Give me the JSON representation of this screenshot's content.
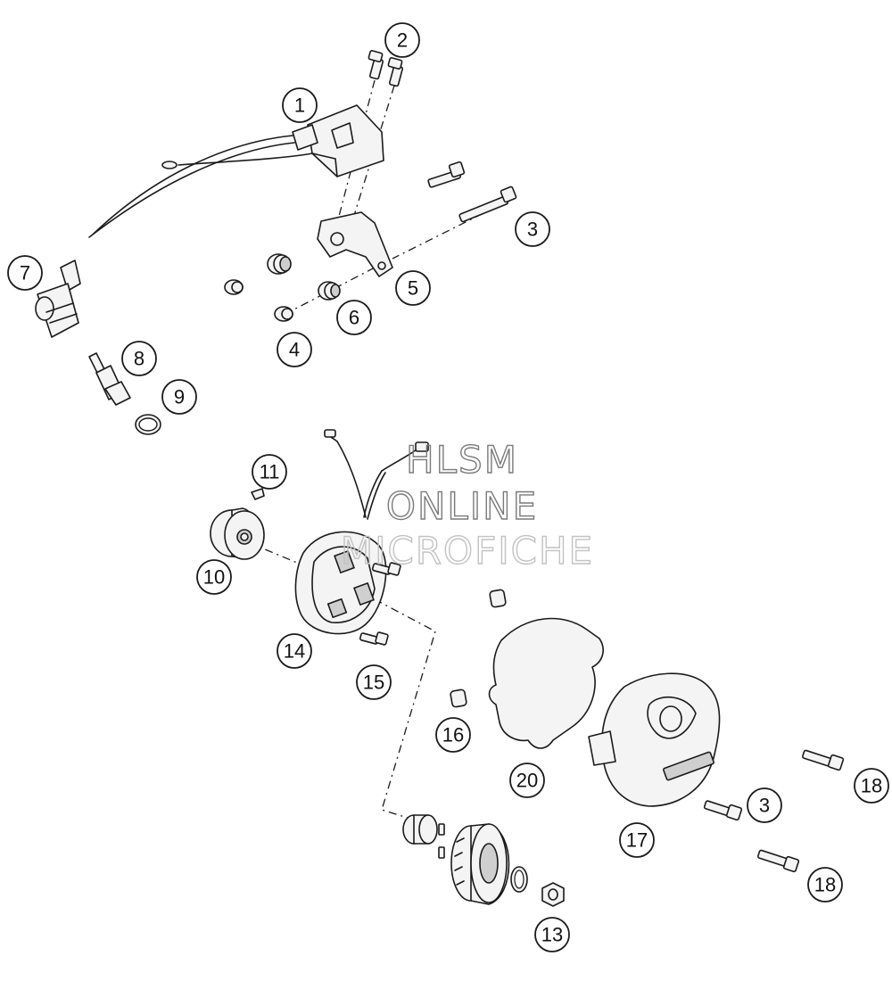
{
  "watermark": {
    "line1": "HLSM",
    "line2": "ONLINE",
    "line3": "MICROFICHE"
  },
  "callouts": [
    {
      "id": "c1",
      "label": "1"
    },
    {
      "id": "c2",
      "label": "2"
    },
    {
      "id": "c3a",
      "label": "3"
    },
    {
      "id": "c4",
      "label": "4"
    },
    {
      "id": "c5",
      "label": "5"
    },
    {
      "id": "c6",
      "label": "6"
    },
    {
      "id": "c7",
      "label": "7"
    },
    {
      "id": "c8",
      "label": "8"
    },
    {
      "id": "c9",
      "label": "9"
    },
    {
      "id": "c10",
      "label": "10"
    },
    {
      "id": "c11",
      "label": "11"
    },
    {
      "id": "c13",
      "label": "13"
    },
    {
      "id": "c14",
      "label": "14"
    },
    {
      "id": "c15",
      "label": "15"
    },
    {
      "id": "c16",
      "label": "16"
    },
    {
      "id": "c17",
      "label": "17"
    },
    {
      "id": "c18a",
      "label": "18"
    },
    {
      "id": "c18b",
      "label": "18"
    },
    {
      "id": "c20",
      "label": "20"
    },
    {
      "id": "c3b",
      "label": "3"
    }
  ]
}
